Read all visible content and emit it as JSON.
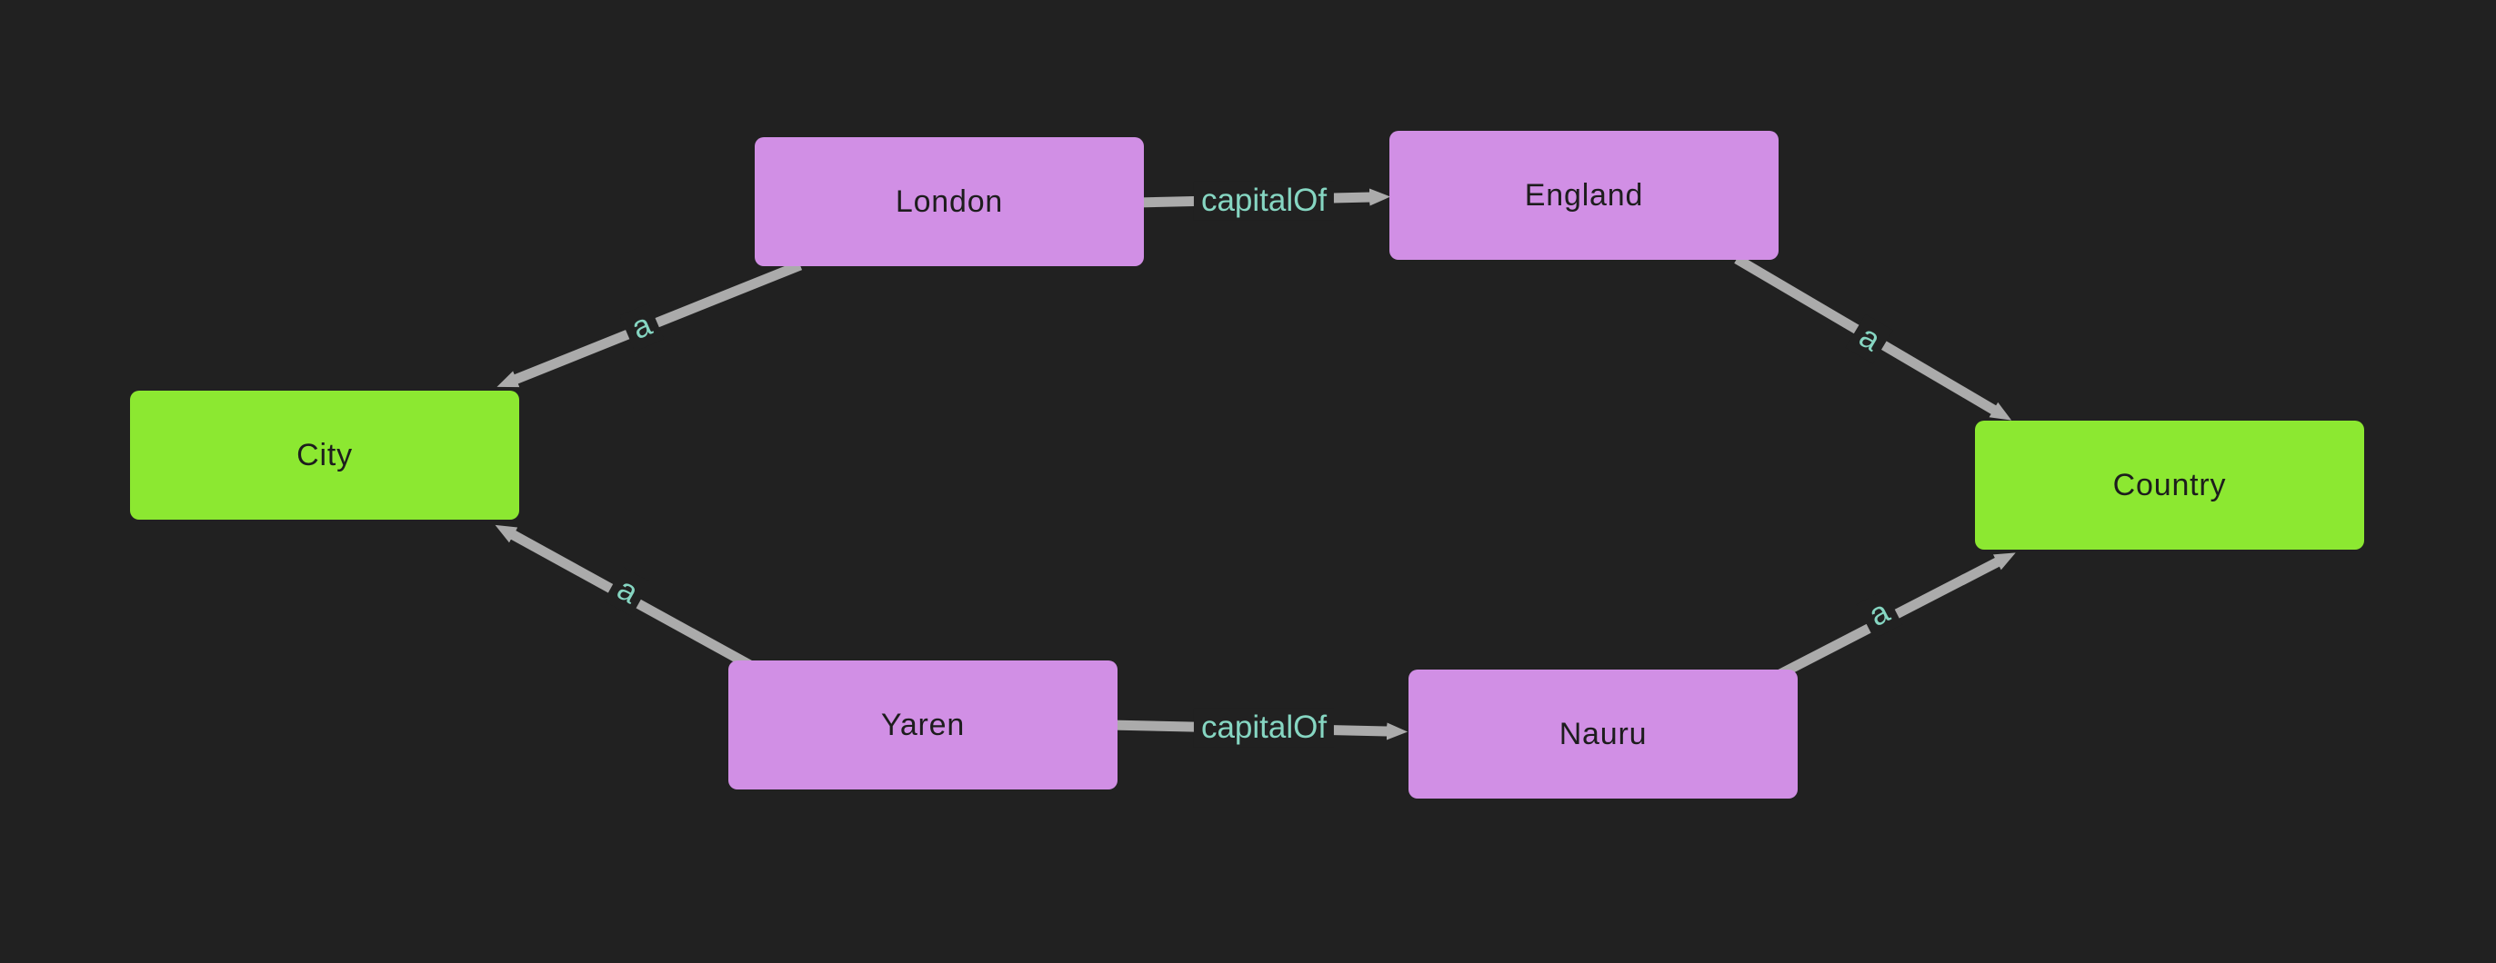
{
  "diagram": {
    "type": "knowledge-graph",
    "theme": "dark",
    "colors": {
      "background": "#212121",
      "instance_node_fill": "#d18fe5",
      "class_node_fill": "#8ce831",
      "edge_stroke": "#ababab",
      "edge_label_text": "#86d6c2",
      "node_text": "#1d1d1d"
    },
    "nodes": {
      "london": {
        "label": "London",
        "kind": "instance"
      },
      "england": {
        "label": "England",
        "kind": "instance"
      },
      "yaren": {
        "label": "Yaren",
        "kind": "instance"
      },
      "nauru": {
        "label": "Nauru",
        "kind": "instance"
      },
      "city": {
        "label": "City",
        "kind": "class"
      },
      "country": {
        "label": "Country",
        "kind": "class"
      }
    },
    "edges": {
      "london_england": {
        "from": "London",
        "to": "England",
        "label": "capitalOf"
      },
      "london_city": {
        "from": "London",
        "to": "City",
        "label": "a"
      },
      "england_country": {
        "from": "England",
        "to": "Country",
        "label": "a"
      },
      "yaren_nauru": {
        "from": "Yaren",
        "to": "Nauru",
        "label": "capitalOf"
      },
      "yaren_city": {
        "from": "Yaren",
        "to": "City",
        "label": "a"
      },
      "nauru_country": {
        "from": "Nauru",
        "to": "Country",
        "label": "a"
      }
    }
  }
}
